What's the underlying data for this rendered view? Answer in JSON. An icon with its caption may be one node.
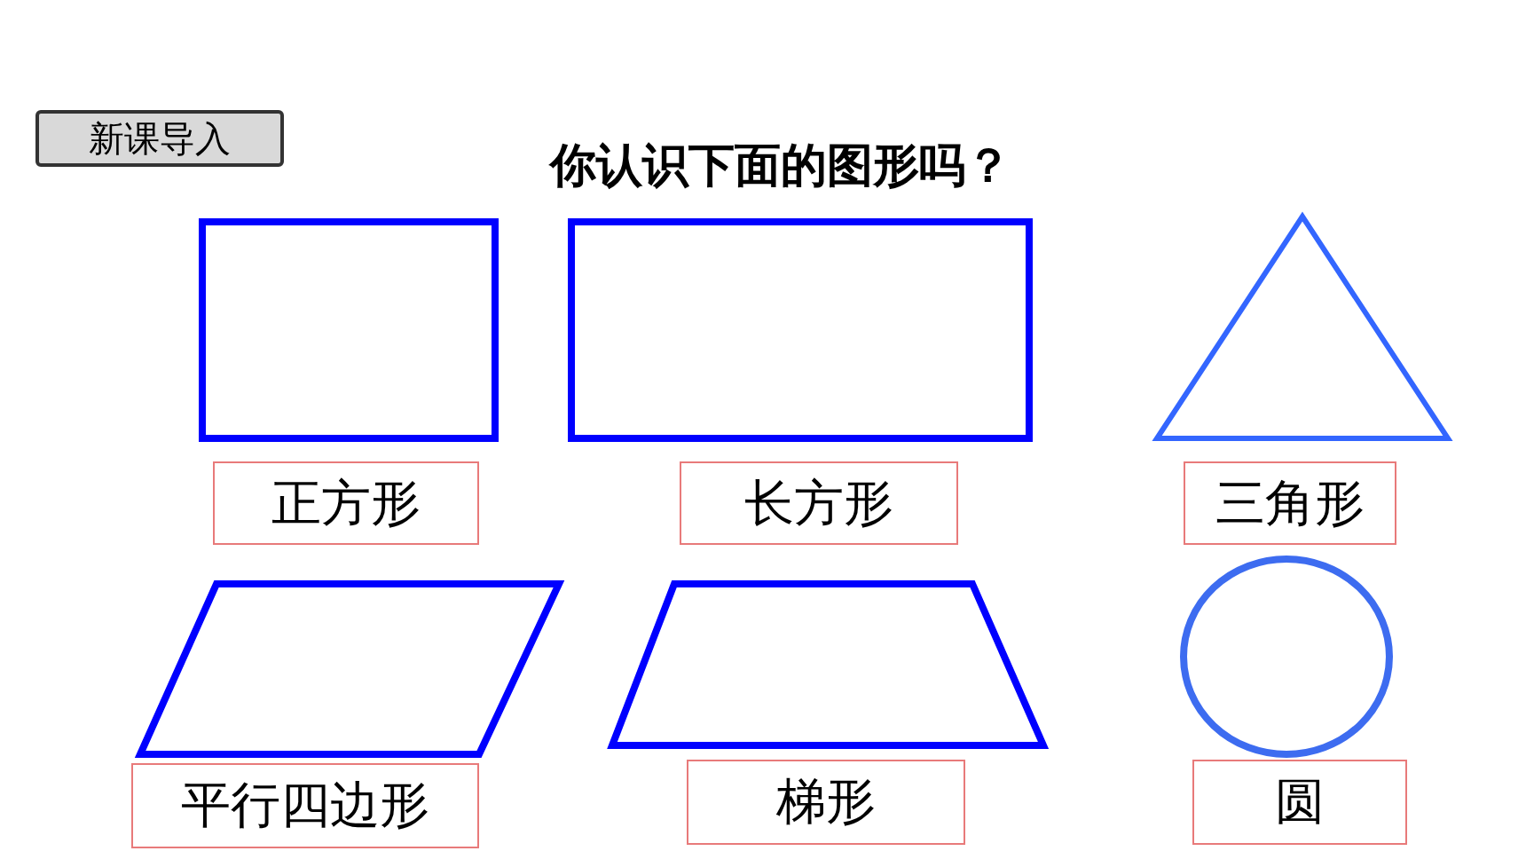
{
  "diagram": {
    "title": "你认识下面的图形吗？",
    "nodes": [
      {
        "text": [
          "新课导入"
        ]
      },
      {
        "text": [],
        "shape": "box"
      },
      {
        "text": [],
        "shape": "box"
      },
      {
        "text": [],
        "shape": "triangle"
      },
      {
        "text": [
          "正方形"
        ]
      },
      {
        "text": [
          "长方形"
        ]
      },
      {
        "text": [
          "三角形"
        ]
      },
      {
        "text": [],
        "shape": "parallelogram"
      },
      {
        "text": [],
        "shape": "trapezoid"
      },
      {
        "text": [],
        "shape": "circle"
      },
      {
        "text": [
          "平行四边形"
        ]
      },
      {
        "text": [
          "梯形"
        ]
      },
      {
        "text": [
          "圆"
        ]
      }
    ]
  }
}
